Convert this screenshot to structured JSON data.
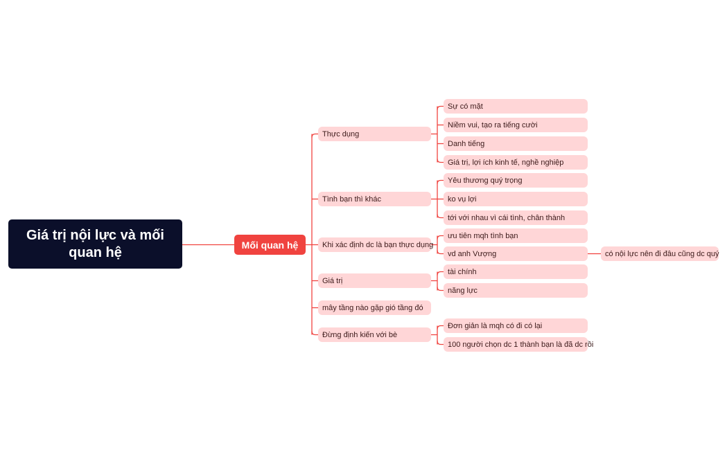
{
  "colors": {
    "root_bg": "#0b0f2a",
    "main_bg": "#f0433f",
    "sub_bg": "#ffd6d7",
    "line": "#f0433f"
  },
  "root": {
    "label": "Giá trị nội lực và mối quan hệ"
  },
  "main": {
    "label": "Mối quan hệ"
  },
  "branches": [
    {
      "label": "Thực dụng",
      "children": [
        {
          "label": "Sự có mặt"
        },
        {
          "label": "Niềm vui, tạo ra tiếng cười"
        },
        {
          "label": "Danh tiếng"
        },
        {
          "label": "Giá trị, lợi ích kinh tế, nghề nghiệp"
        }
      ]
    },
    {
      "label": "Tình bạn thì khác",
      "children": [
        {
          "label": "Yêu thương quý trọng"
        },
        {
          "label": "ko vụ lợi"
        },
        {
          "label": "tới với nhau vì cái tình, chân thành"
        }
      ]
    },
    {
      "label": "Khi xác định dc là bạn thực dụng",
      "children": [
        {
          "label": "ưu tiên mqh tình bạn"
        },
        {
          "label": "vd anh Vượng",
          "children": [
            {
              "label": "có nội lực nên đi đâu cũng dc quý"
            }
          ]
        }
      ]
    },
    {
      "label": "Giá trị",
      "children": [
        {
          "label": "tài chính"
        },
        {
          "label": "năng lực"
        }
      ]
    },
    {
      "label": "mây tầng nào gặp gió tầng đó",
      "children": []
    },
    {
      "label": "Đừng định kiến với bè",
      "children": [
        {
          "label": "Đơn giản là mqh có đi có lại"
        },
        {
          "label": "100 người chọn dc 1 thành bạn là đã dc rồi"
        }
      ]
    }
  ]
}
